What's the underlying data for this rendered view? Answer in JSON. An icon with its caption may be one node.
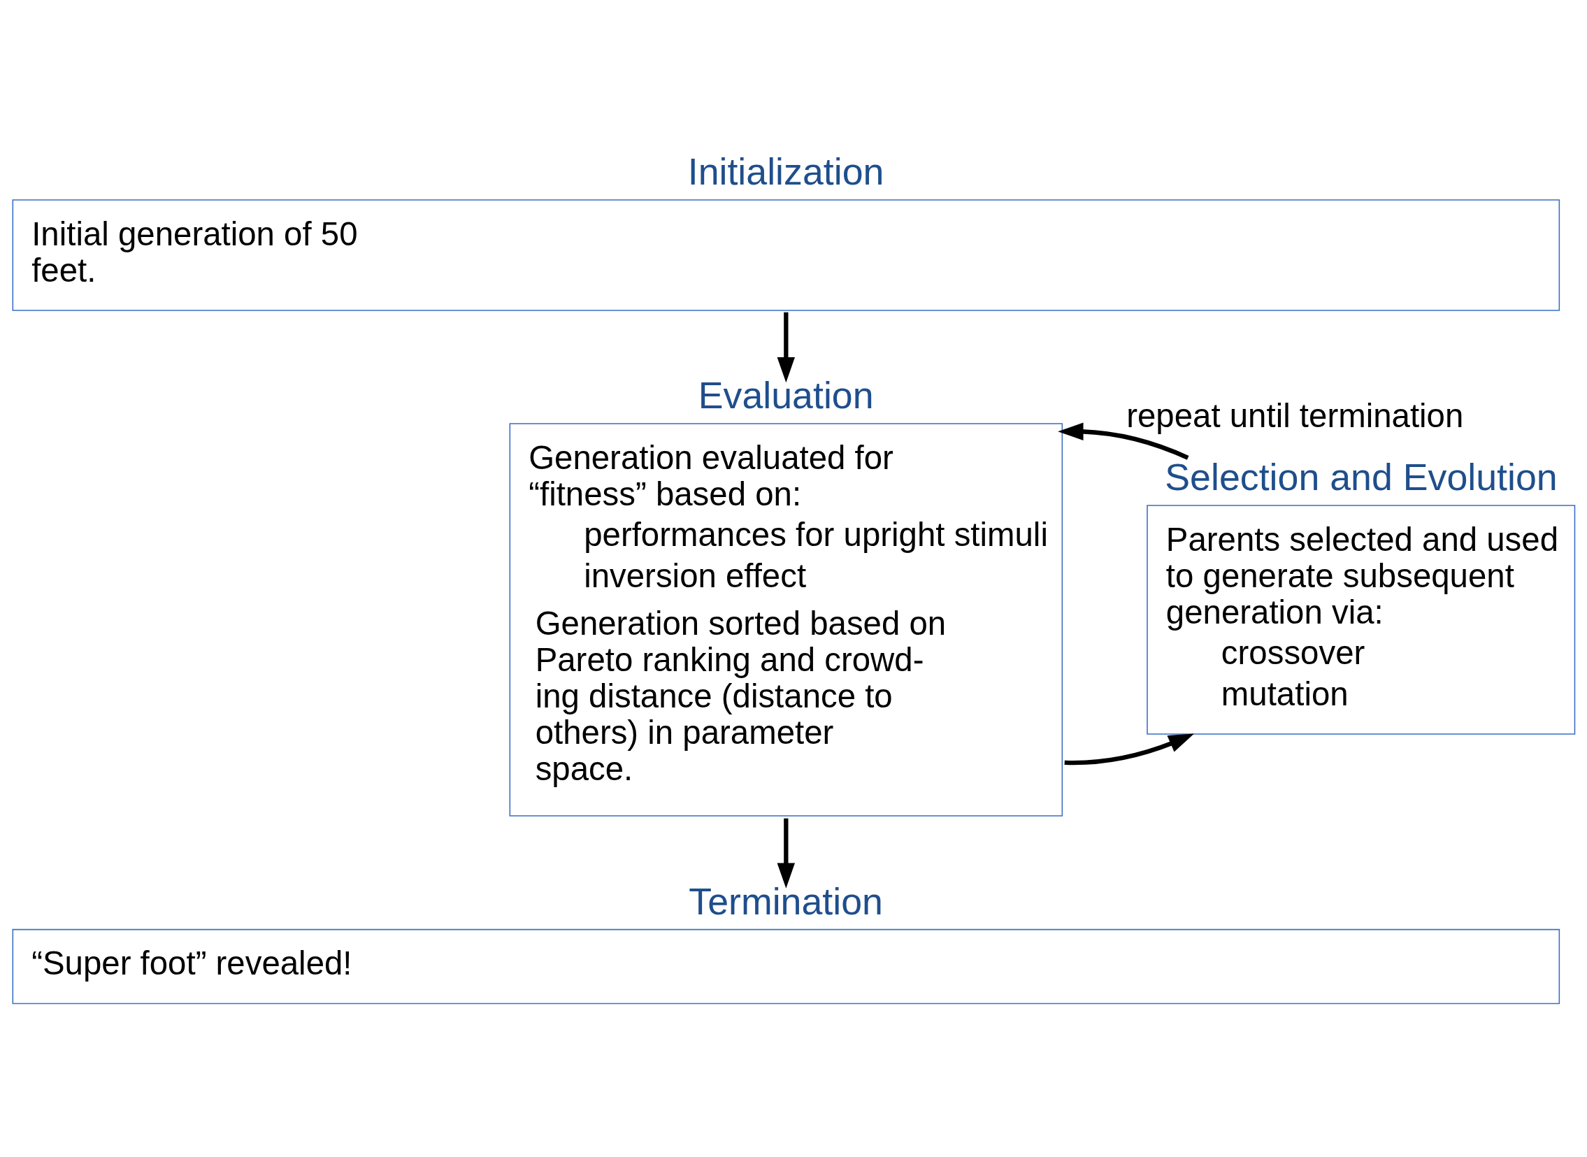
{
  "diagram": {
    "nodes": [
      {
        "text": [
          "Initialization",
          "Initial generation of 50 feet."
        ]
      },
      {
        "text": [
          "Evaluation",
          "Generation evaluated for “fitness” based on:",
          "performances for upright stimuli",
          "inversion effect",
          "Generation sorted based on Pareto ranking and crowd- ing distance (distance to others) in parameter space."
        ]
      },
      {
        "text": [
          "Selection and Evolution",
          "Parents selected and used to generate subsequent generation via:",
          "crossover",
          "mutation"
        ]
      },
      {
        "text": [
          "Termination",
          "“Super foot” revealed!"
        ]
      }
    ],
    "edges": [
      {
        "from": 0,
        "to": 1,
        "arrow": "to"
      },
      {
        "from": 1,
        "to": 2,
        "arrow": "to"
      },
      {
        "from": 2,
        "to": 1,
        "arrow": "to",
        "label": "repeat until termination"
      },
      {
        "from": 1,
        "to": 3,
        "arrow": "to"
      }
    ]
  }
}
